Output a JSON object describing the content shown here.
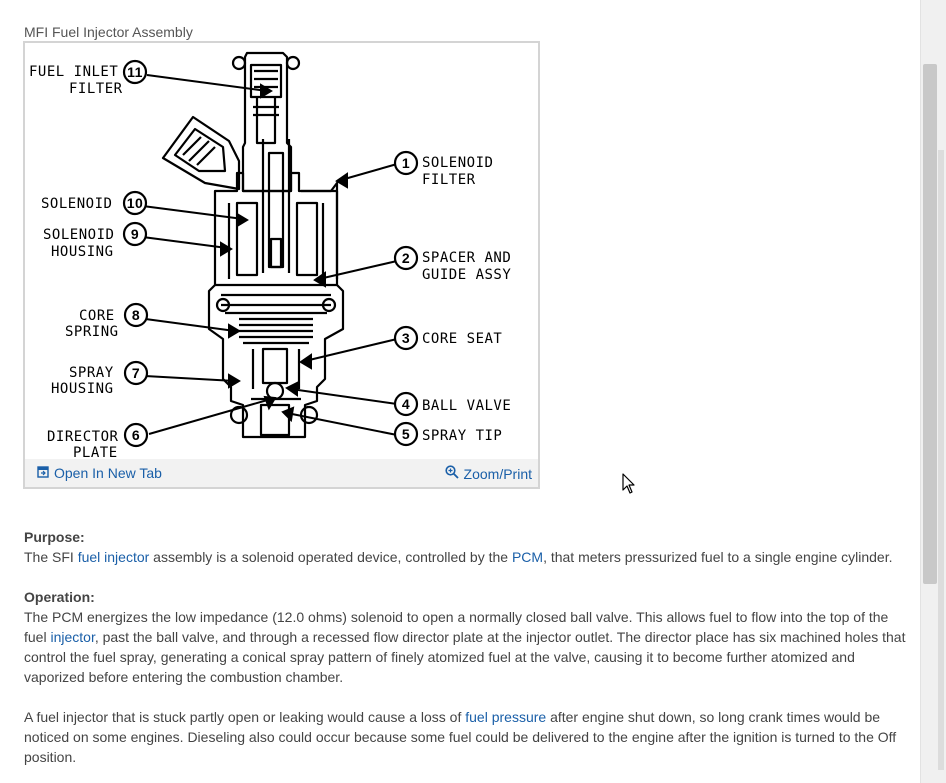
{
  "figure": {
    "title": "MFI Fuel Injector Assembly",
    "callouts": {
      "c1": {
        "num": "1",
        "line1": "SOLENOID",
        "line2": "FILTER"
      },
      "c2": {
        "num": "2",
        "line1": "SPACER AND",
        "line2": "GUIDE ASSY"
      },
      "c3": {
        "num": "3",
        "line1": "CORE SEAT"
      },
      "c4": {
        "num": "4",
        "line1": "BALL VALVE"
      },
      "c5": {
        "num": "5",
        "line1": "SPRAY TIP"
      },
      "c6": {
        "num": "6",
        "line1": "DIRECTOR",
        "line2": "PLATE"
      },
      "c7": {
        "num": "7",
        "line1": "SPRAY",
        "line2": "HOUSING"
      },
      "c8": {
        "num": "8",
        "line1": "CORE",
        "line2": "SPRING"
      },
      "c9": {
        "num": "9",
        "line1": "SOLENOID",
        "line2": "HOUSING"
      },
      "c10": {
        "num": "10",
        "line1": "SOLENOID"
      },
      "c11": {
        "num": "11",
        "line1": "FUEL INLET",
        "line2": "FILTER"
      }
    },
    "toolbar": {
      "open_label": "Open In New Tab",
      "zoom_label": "Zoom/Print",
      "open_icon": "open-in-new-tab-icon",
      "zoom_icon": "zoom-icon"
    }
  },
  "article": {
    "purpose_heading": "Purpose:",
    "purpose": {
      "t1": " The SFI ",
      "link1": "fuel injector",
      "t2": " assembly is a solenoid operated device, controlled by the ",
      "link2": "PCM",
      "t3": ", that meters pressurized fuel to a single engine cylinder."
    },
    "operation_heading": "Operation:",
    "operation": {
      "t1": " The PCM energizes the low impedance (12.0 ohms) solenoid to open a normally closed ball valve. This allows fuel to flow into the top of the fuel ",
      "link1": "injector",
      "t2": ", past the ball valve, and through a recessed flow director plate at the injector outlet. The director place has six machined holes that control the fuel spray, generating a conical spray pattern of finely atomized fuel at the valve, causing it to become further atomized and vaporized before entering the combustion chamber."
    },
    "leak": {
      "t1": " A fuel injector that is stuck partly open or leaking would cause a loss of ",
      "link1": "fuel pressure",
      "t2": " after engine shut down, so long crank times would be noticed on some engines. Dieseling also could occur because some fuel could be delivered to the engine after the ignition is turned to the Off position."
    }
  },
  "colors": {
    "link": "#1a5fa8",
    "text": "#444444",
    "toolbar_bg": "#f2f2f2"
  }
}
